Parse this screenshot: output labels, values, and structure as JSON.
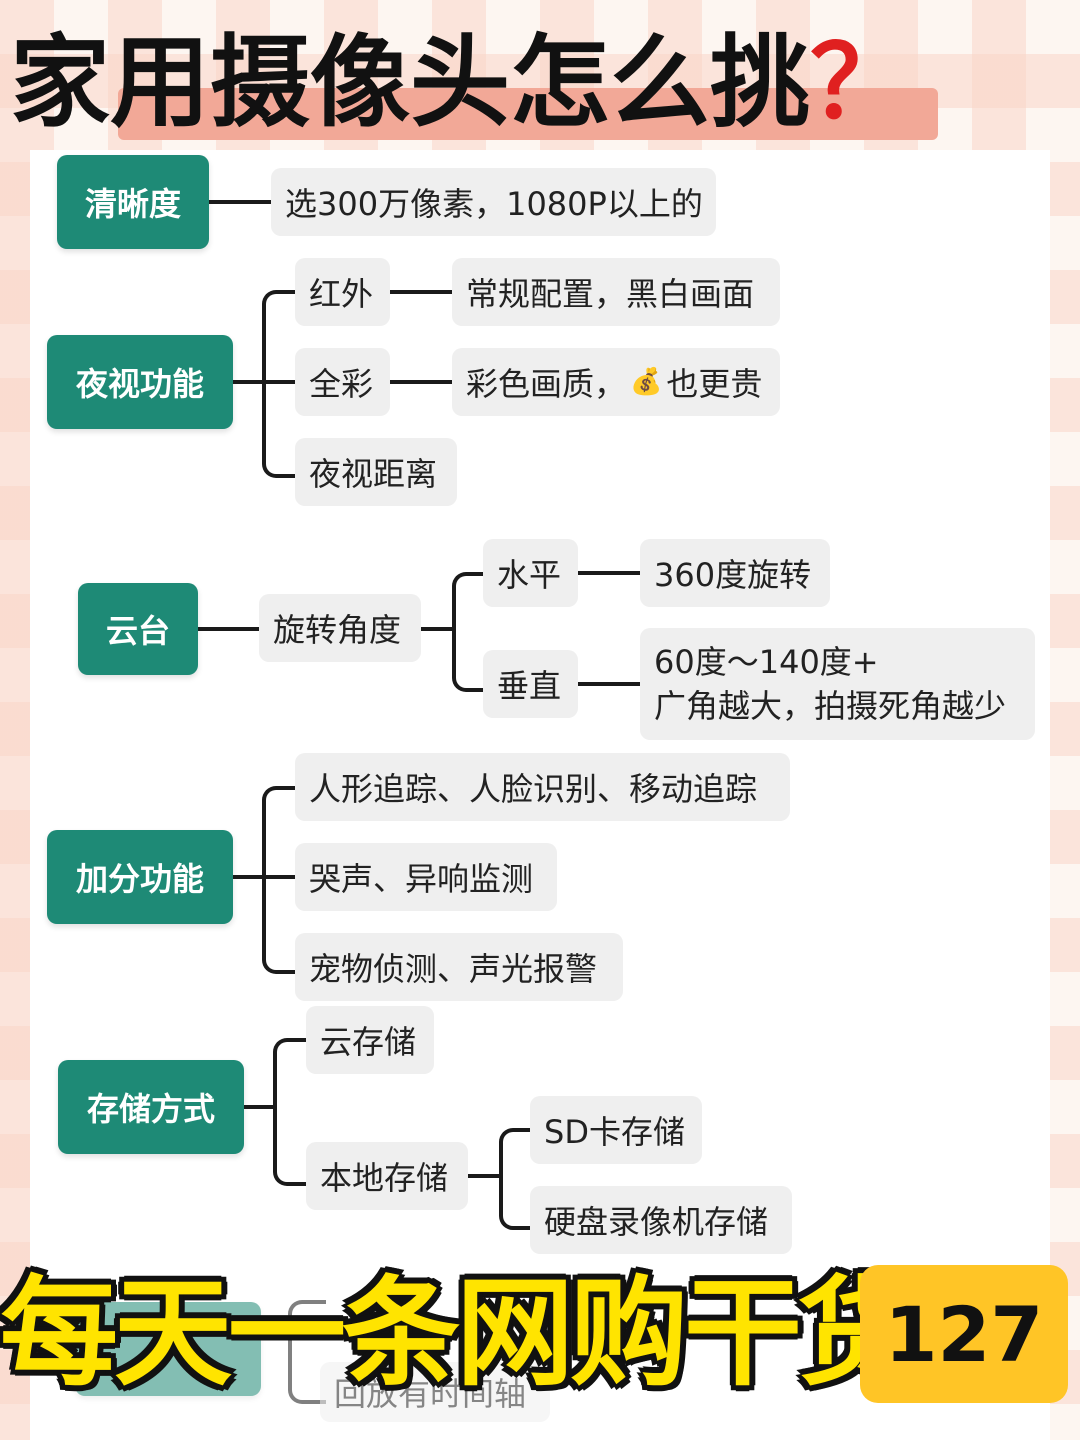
{
  "title": {
    "text": "家用摄像头怎么挑",
    "mark": "？"
  },
  "sections": {
    "clarity": {
      "label": "清晰度",
      "detail": "选300万像素，1080P以上的"
    },
    "night": {
      "label": "夜视功能",
      "infrared": {
        "label": "红外",
        "detail": "常规配置，黑白画面"
      },
      "fullcolor": {
        "label": "全彩",
        "detail_a": "彩色画质，",
        "emoji": "💰",
        "detail_b": "也更贵"
      },
      "distance": {
        "label": "夜视距离"
      }
    },
    "ptz": {
      "label": "云台",
      "rotation": "旋转角度",
      "horizontal": {
        "label": "水平",
        "detail": "360度旋转"
      },
      "vertical": {
        "label": "垂直",
        "detail_line1": "60度～140度+",
        "detail_line2": "广角越大，拍摄死角越少"
      }
    },
    "bonus": {
      "label": "加分功能",
      "items": [
        "人形追踪、人脸识别、移动追踪",
        "哭声、异响监测",
        "宠物侦测、声光报警"
      ]
    },
    "storage": {
      "label": "存储方式",
      "cloud": "云存储",
      "local": {
        "label": "本地存储",
        "sd": "SD卡存储",
        "nvr": "硬盘录像机存储"
      }
    },
    "partial": {
      "item": "回放有时间轴"
    }
  },
  "banner": {
    "text": "每天一条网购干货",
    "number": "127"
  },
  "colors": {
    "category": "#1e8a76",
    "node_bg": "#efefef",
    "title_highlight": "#f2a897",
    "banner_text": "#ffe400",
    "badge": "#ffc526",
    "question_mark": "#e02020"
  }
}
